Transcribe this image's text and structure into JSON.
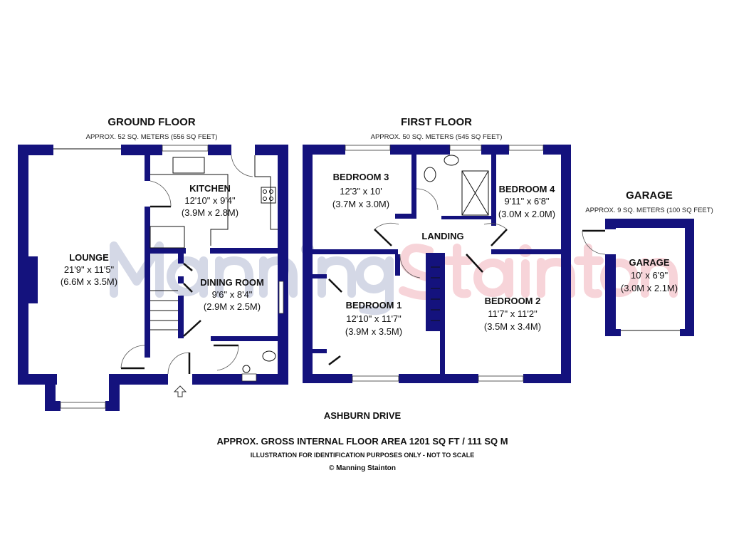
{
  "watermark": {
    "part1": "Manning",
    "part2": "Stainton"
  },
  "ground_floor": {
    "title": "GROUND FLOOR",
    "area": "APPROX. 52 SQ. METERS (556 SQ FEET)",
    "rooms": [
      {
        "name": "LOUNGE",
        "imperial": "21'9\" x 11'5\"",
        "metric": "(6.6M x 3.5M)"
      },
      {
        "name": "KITCHEN",
        "imperial": "12'10\" x 9'4\"",
        "metric": "(3.9M x 2.8M)"
      },
      {
        "name": "DINING ROOM",
        "imperial": "9'6\" x 8'4\"",
        "metric": "(2.9M x 2.5M)"
      }
    ]
  },
  "first_floor": {
    "title": "FIRST FLOOR",
    "area": "APPROX. 50 SQ. METERS (545 SQ FEET)",
    "rooms": [
      {
        "name": "BEDROOM 3",
        "imperial": "12'3\" x 10'",
        "metric": "(3.7M x 3.0M)"
      },
      {
        "name": "BEDROOM 4",
        "imperial": "9'11\" x 6'8\"",
        "metric": "(3.0M x 2.0M)"
      },
      {
        "name": "LANDING"
      },
      {
        "name": "BEDROOM 1",
        "imperial": "12'10\" x 11'7\"",
        "metric": "(3.9M x 3.5M)"
      },
      {
        "name": "BEDROOM 2",
        "imperial": "11'7\" x 11'2\"",
        "metric": "(3.5M x 3.4M)"
      }
    ]
  },
  "garage": {
    "title": "GARAGE",
    "area": "APPROX. 9 SQ. METERS (100 SQ FEET)",
    "room": {
      "name": "GARAGE",
      "imperial": "10' x 6'9\"",
      "metric": "(3.0M x 2.1M)"
    }
  },
  "footer": {
    "street": "ASHBURN DRIVE",
    "gross_area": "APPROX. GROSS INTERNAL FLOOR AREA 1201 SQ FT / 111 SQ M",
    "disclaimer": "ILLUSTRATION FOR IDENTIFICATION PURPOSES ONLY - NOT TO SCALE",
    "copyright": "© Manning Stainton"
  },
  "colors": {
    "wall": "#14127d",
    "watermark_blue": "#b9bfd6",
    "watermark_pink": "#f3b8c0"
  }
}
